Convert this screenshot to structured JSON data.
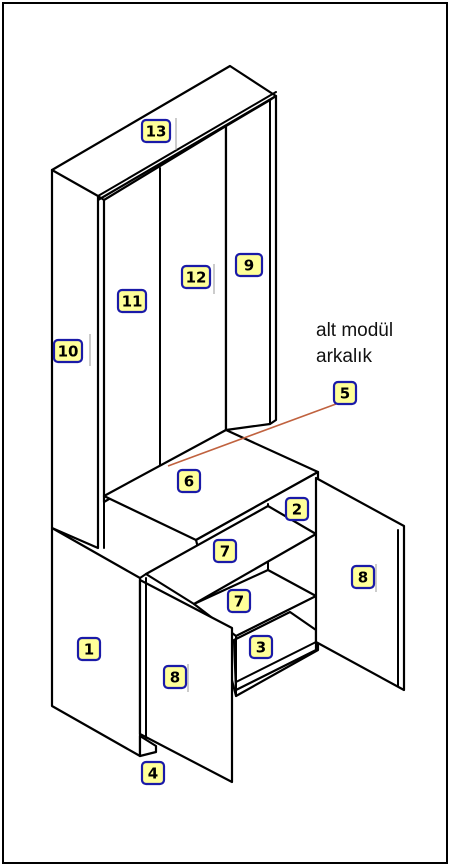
{
  "diagram": {
    "annotation": {
      "line1": "alt modül",
      "line2": "arkalık"
    },
    "tags": [
      {
        "id": "1",
        "label": "1"
      },
      {
        "id": "2",
        "label": "2"
      },
      {
        "id": "3",
        "label": "3"
      },
      {
        "id": "4",
        "label": "4"
      },
      {
        "id": "5",
        "label": "5"
      },
      {
        "id": "6",
        "label": "6"
      },
      {
        "id": "7a",
        "label": "7"
      },
      {
        "id": "7b",
        "label": "7"
      },
      {
        "id": "8a",
        "label": "8"
      },
      {
        "id": "8b",
        "label": "8"
      },
      {
        "id": "9",
        "label": "9"
      },
      {
        "id": "10",
        "label": "10"
      },
      {
        "id": "11",
        "label": "11"
      },
      {
        "id": "12",
        "label": "12"
      },
      {
        "id": "13",
        "label": "13"
      }
    ],
    "colors": {
      "tag_fill": "#ffff99",
      "tag_border": "#1a1aa8",
      "leader_line": "#c0623f",
      "outline": "#000000"
    }
  }
}
